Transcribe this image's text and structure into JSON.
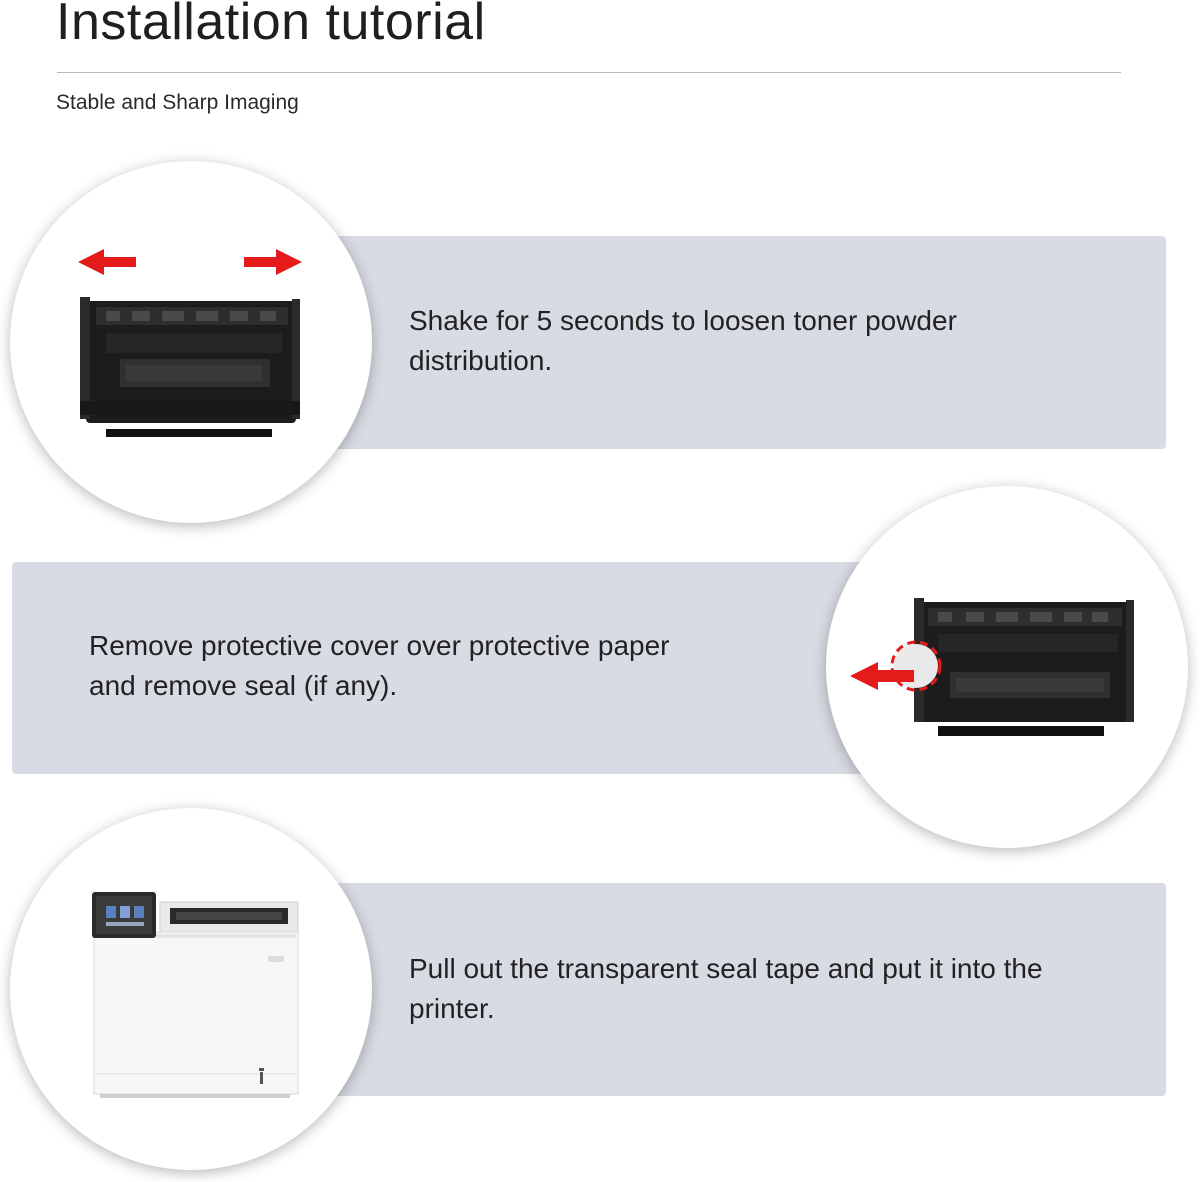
{
  "header": {
    "title": "Installation tutorial",
    "subtitle": "Stable and Sharp Imaging"
  },
  "steps": [
    {
      "text": "Shake for 5 seconds to loosen toner powder distribution.",
      "image": "toner-cartridge-shake-image",
      "icon": "double-arrow-left-right-icon"
    },
    {
      "text": "Remove protective cover over protective paper and remove seal (if any).",
      "image": "toner-cartridge-seal-image",
      "icon": "arrow-left-icon"
    },
    {
      "text": "Pull out the transparent seal tape and put it into the printer.",
      "image": "laser-printer-image",
      "icon": "printer-icon"
    }
  ],
  "colors": {
    "panel": "#d8dbe3",
    "arrow": "#e51b1b",
    "cartridge": "#1c1c1c",
    "text": "#222222"
  }
}
